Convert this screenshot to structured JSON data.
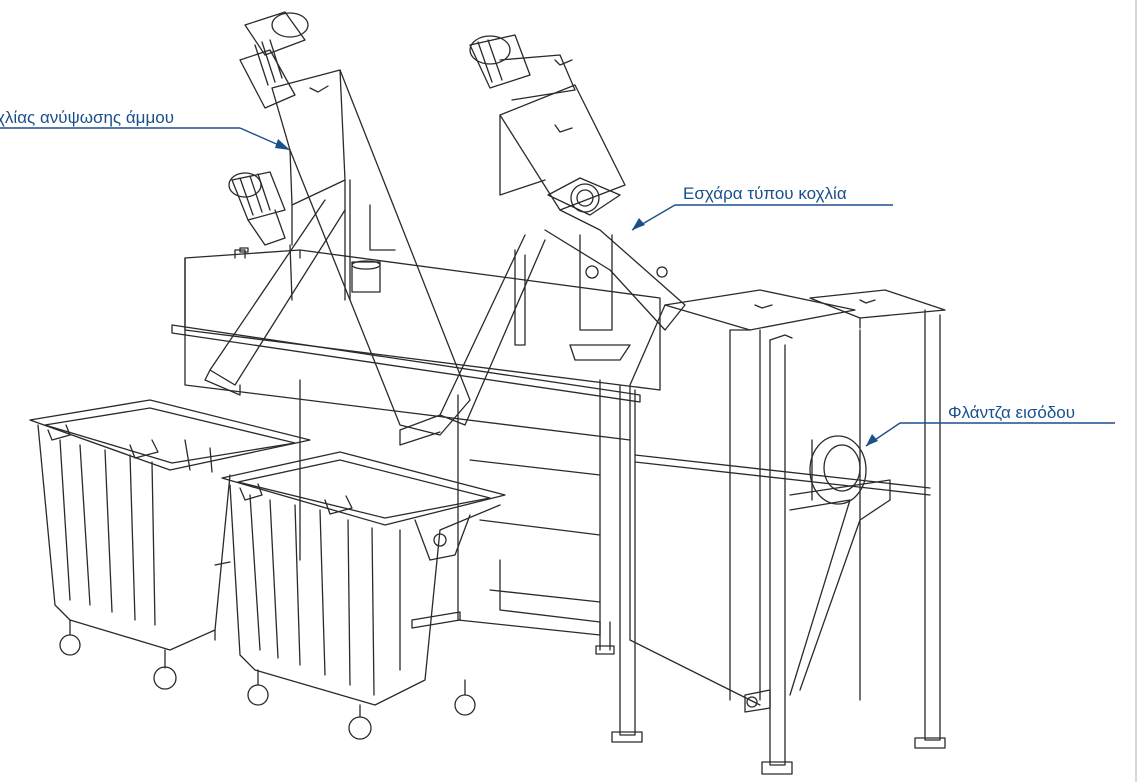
{
  "labels": {
    "sand_screw": "χλίας ανύψωσης άμμου",
    "screw_screen": "Εσχάρα τύπου κοχλία",
    "inlet_flange": "Φλάντζα εισόδου"
  },
  "colors": {
    "callout": "#1a4f8c",
    "line": "#2a2a2a",
    "background": "#ffffff"
  }
}
